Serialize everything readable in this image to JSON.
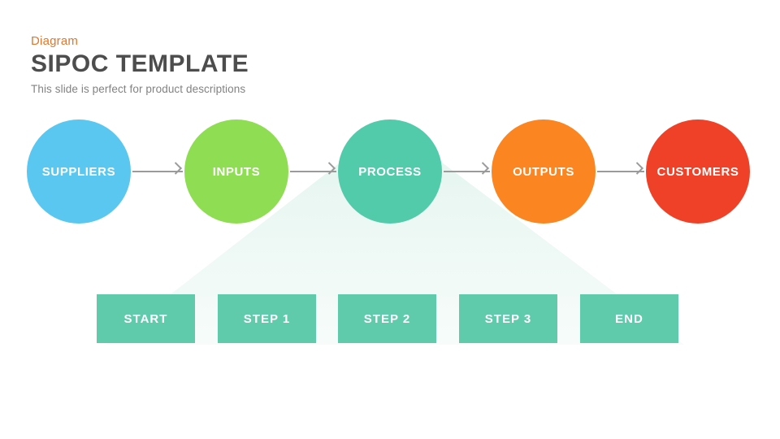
{
  "header": {
    "category": "Diagram",
    "category_color": "#e0772f",
    "title": "SIPOC TEMPLATE",
    "subtitle": "This slide is perfect for product descriptions"
  },
  "sipoc": {
    "circles": [
      {
        "label": "SUPPLIERS",
        "color": "#59c7f0"
      },
      {
        "label": "INPUTS",
        "color": "#8fdd52"
      },
      {
        "label": "PROCESS",
        "color": "#52cbaa"
      },
      {
        "label": "OUTPUTS",
        "color": "#fb8521"
      },
      {
        "label": "CUSTOMERS",
        "color": "#ef4128"
      }
    ],
    "arrow_color": "#9b9b9b",
    "funnel_top_color": "#e3f4ee",
    "funnel_bottom_color": "#f7fcfa"
  },
  "process_steps": [
    {
      "label": "START",
      "color": "#5fcbab"
    },
    {
      "label": "STEP 1",
      "color": "#5fcbab"
    },
    {
      "label": "STEP 2",
      "color": "#5fcbab"
    },
    {
      "label": "STEP 3",
      "color": "#5fcbab"
    },
    {
      "label": "END",
      "color": "#5fcbab"
    }
  ]
}
